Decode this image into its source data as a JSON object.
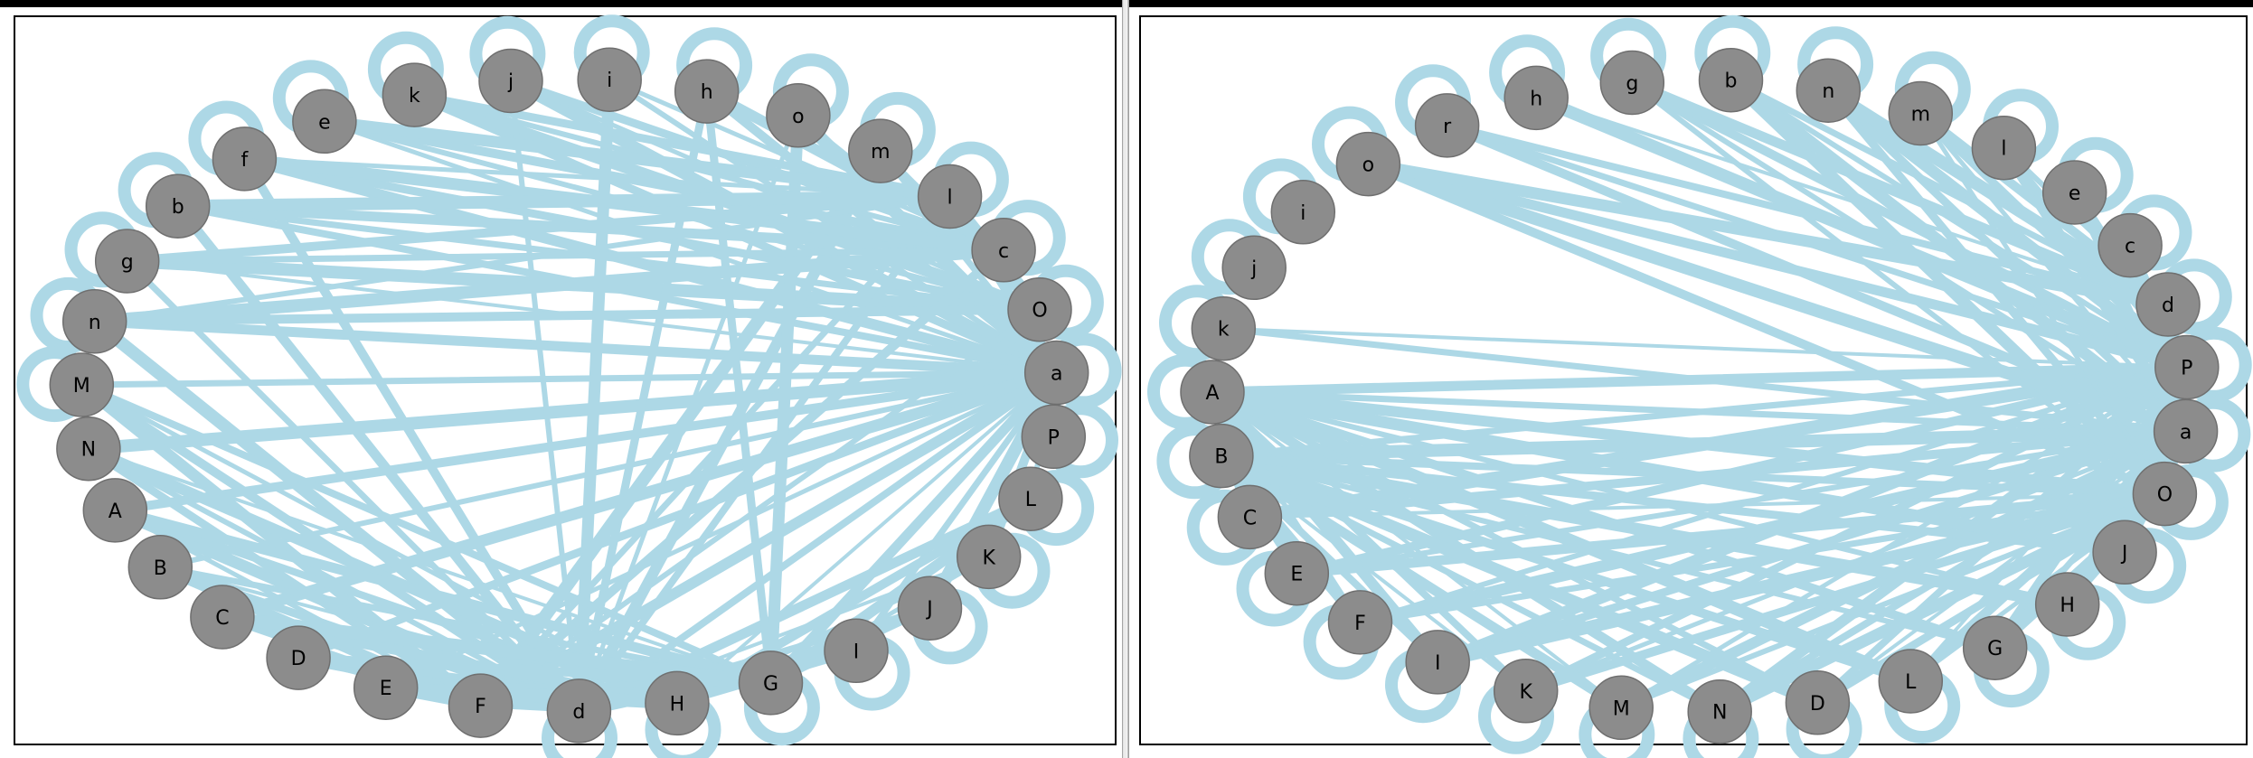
{
  "colors": {
    "edge": "#add8e6",
    "node_fill": "#8c8c8c",
    "node_stroke": "#6f6f6f",
    "frame": "#000000"
  },
  "panels": [
    {
      "id": "left",
      "nodes": [
        "a",
        "P",
        "L",
        "K",
        "J",
        "I",
        "G",
        "H",
        "d",
        "F",
        "E",
        "D",
        "C",
        "B",
        "A",
        "N",
        "M",
        "n",
        "g",
        "b",
        "f",
        "e",
        "k",
        "j",
        "i",
        "h",
        "o",
        "m",
        "l",
        "c",
        "O"
      ],
      "self_loops": [
        "a",
        "P",
        "L",
        "K",
        "J",
        "I",
        "G",
        "H",
        "d",
        "n",
        "g",
        "b",
        "f",
        "e",
        "k",
        "j",
        "i",
        "h",
        "o",
        "m",
        "l",
        "c",
        "O",
        "M"
      ],
      "hubs": [
        {
          "from": "a",
          "to": [
            "c",
            "l",
            "m",
            "o",
            "h",
            "i",
            "j",
            "k",
            "e",
            "f",
            "b",
            "g",
            "n",
            "M",
            "N",
            "A",
            "B",
            "C",
            "D",
            "E",
            "F",
            "d",
            "H",
            "G",
            "I",
            "J",
            "K",
            "L",
            "P"
          ]
        },
        {
          "from": "O",
          "to": [
            "b",
            "g",
            "n",
            "e",
            "k",
            "f",
            "j",
            "l",
            "m",
            "o"
          ]
        },
        {
          "from": "d",
          "to": [
            "M",
            "N",
            "A",
            "B",
            "C",
            "D",
            "E",
            "F",
            "b",
            "g",
            "n",
            "f",
            "j",
            "i",
            "h",
            "o",
            "m",
            "l",
            "K",
            "L",
            "J",
            "I"
          ]
        },
        {
          "from": "F",
          "to": [
            "M",
            "N",
            "A",
            "B",
            "C",
            "D",
            "E",
            "l",
            "m",
            "c",
            "O"
          ]
        },
        {
          "from": "H",
          "to": [
            "M",
            "N",
            "A",
            "B",
            "C",
            "D",
            "E",
            "L",
            "K",
            "J",
            "I"
          ]
        },
        {
          "from": "G",
          "to": [
            "M",
            "N",
            "A",
            "B",
            "C",
            "D",
            "E",
            "o",
            "h",
            "K",
            "L",
            "J"
          ]
        },
        {
          "from": "c",
          "to": [
            "b",
            "g",
            "n",
            "e",
            "k",
            "f",
            "j",
            "i",
            "h"
          ]
        },
        {
          "from": "l",
          "to": [
            "b",
            "g",
            "n",
            "e",
            "k",
            "f"
          ]
        }
      ]
    },
    {
      "id": "right",
      "nodes": [
        "P",
        "a",
        "O",
        "J",
        "H",
        "G",
        "L",
        "D",
        "N",
        "M",
        "K",
        "I",
        "F",
        "E",
        "C",
        "B",
        "A",
        "k",
        "j",
        "i",
        "o",
        "r",
        "h",
        "g",
        "b",
        "n",
        "m",
        "l",
        "e",
        "c",
        "d"
      ],
      "self_loops": [
        "P",
        "a",
        "O",
        "J",
        "H",
        "G",
        "L",
        "D",
        "N",
        "M",
        "K",
        "I",
        "F",
        "E",
        "C",
        "B",
        "A",
        "k",
        "j",
        "i",
        "o",
        "r",
        "h",
        "g",
        "b",
        "n",
        "m",
        "l",
        "e",
        "c",
        "d"
      ],
      "hubs": [
        {
          "from": "P",
          "to": [
            "k",
            "o",
            "r",
            "h",
            "g",
            "b",
            "n",
            "m",
            "l",
            "e",
            "c",
            "d",
            "A",
            "B",
            "C",
            "E",
            "F",
            "I",
            "K",
            "M",
            "N",
            "D",
            "L",
            "G",
            "H",
            "J",
            "O",
            "a"
          ]
        },
        {
          "from": "a",
          "to": [
            "k",
            "o",
            "r",
            "g",
            "b",
            "n",
            "m",
            "l",
            "e",
            "c",
            "d",
            "A",
            "B",
            "C",
            "E",
            "F",
            "I",
            "K",
            "M",
            "N",
            "D",
            "L",
            "G",
            "H",
            "J",
            "O"
          ]
        },
        {
          "from": "O",
          "to": [
            "o",
            "g",
            "b",
            "n",
            "m",
            "A",
            "B",
            "C",
            "E",
            "F",
            "I",
            "K",
            "M",
            "N",
            "D",
            "L",
            "G",
            "H"
          ]
        },
        {
          "from": "A",
          "to": [
            "C",
            "E",
            "F",
            "I",
            "K",
            "M",
            "N",
            "D",
            "L",
            "G",
            "H",
            "J"
          ]
        },
        {
          "from": "B",
          "to": [
            "E",
            "F",
            "I",
            "K",
            "M",
            "N",
            "D",
            "L",
            "G",
            "H",
            "J"
          ]
        },
        {
          "from": "d",
          "to": [
            "r",
            "h",
            "g",
            "b",
            "n",
            "m",
            "l",
            "o"
          ]
        }
      ]
    }
  ]
}
